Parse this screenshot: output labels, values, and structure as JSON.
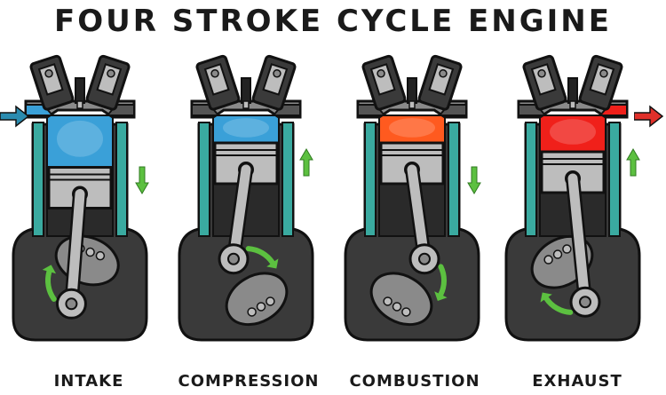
{
  "title": "FOUR STROKE CYCLE ENGINE",
  "stages": [
    {
      "label": "INTAKE",
      "gas_color": "#3aa0d8",
      "gas_fill": 1.0,
      "piston_position": 0.65,
      "crank_angle_deg": 200,
      "piston_arrow": "down",
      "flow_arrow": "in"
    },
    {
      "label": "COMPRESSION",
      "gas_color": "#3aa0d8",
      "gas_fill": 0.35,
      "piston_position": 0.1,
      "crank_angle_deg": 330,
      "piston_arrow": "up",
      "flow_arrow": "none"
    },
    {
      "label": "COMBUSTION",
      "gas_color": "#ff5a1f",
      "gas_fill": 0.35,
      "piston_position": 0.1,
      "crank_angle_deg": 30,
      "piston_arrow": "down",
      "flow_arrow": "none"
    },
    {
      "label": "EXHAUST",
      "gas_color": "#f0201a",
      "gas_fill": 0.5,
      "piston_position": 0.3,
      "crank_angle_deg": 150,
      "piston_arrow": "up",
      "flow_arrow": "out"
    }
  ],
  "colors": {
    "outline": "#111111",
    "block": "#3a3a3a",
    "metal": "#bdbdbd",
    "metal_dark": "#8a8a8a",
    "coolant": "#3aaaa0",
    "arrow_motion": "#5cc040",
    "arrow_intake": "#2a8cb0",
    "arrow_exhaust": "#e0302a"
  }
}
